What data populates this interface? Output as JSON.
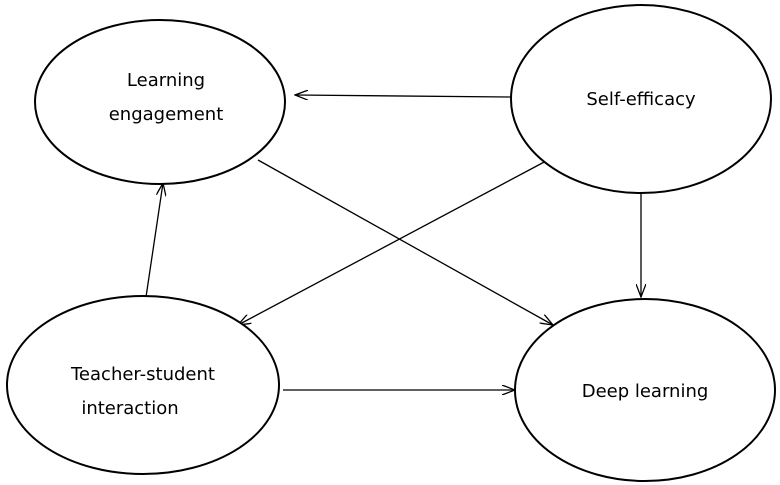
{
  "nodes": {
    "learning_engagement": {
      "line1": "Learning",
      "line2": "engagement"
    },
    "self_efficacy": {
      "line1": "Self-efficacy"
    },
    "teacher_student": {
      "line1": "Teacher-student",
      "line2": "interaction"
    },
    "deep_learning": {
      "line1": "Deep learning"
    }
  },
  "colors": {
    "stroke": "#000000",
    "background": "#ffffff"
  }
}
